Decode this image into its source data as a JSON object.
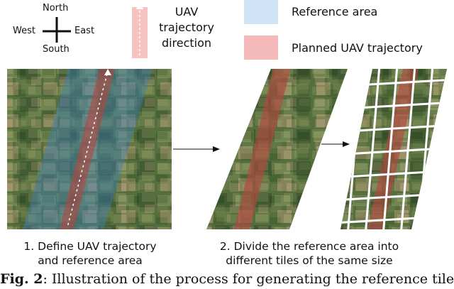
{
  "legend": {
    "compass": {
      "north": "North",
      "south": "South",
      "west": "West",
      "east": "East"
    },
    "direction": {
      "line1": "UAV",
      "line2": "trajectory",
      "line3": "direction"
    },
    "reference_area": "Reference area",
    "planned_trajectory": "Planned UAV trajectory",
    "colors": {
      "reference_area": "#cfe5f7",
      "planned_trajectory": "#f4b9b9",
      "arrow": "#f7c2c2"
    }
  },
  "panels": {
    "step1": {
      "line1": "1. Define UAV trajectory",
      "line2": "and reference area"
    },
    "step2": {
      "line1": "2. Divide the reference area into",
      "line2": "different tiles of the same size"
    }
  },
  "caption": {
    "label": "Fig. 2",
    "text": ": Illustration of the process for generating the reference tiles"
  }
}
